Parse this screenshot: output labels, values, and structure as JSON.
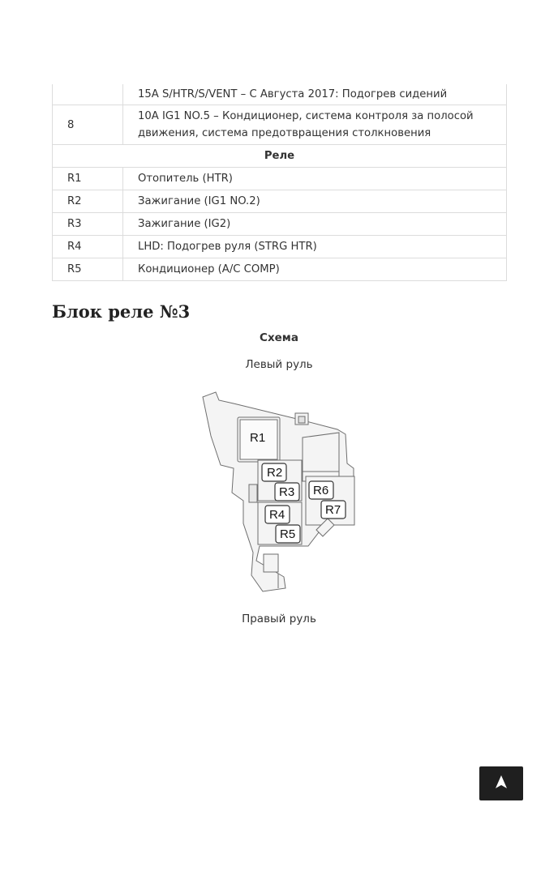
{
  "table": {
    "rows": [
      {
        "num": "",
        "desc": "15A S/HTR/S/VENT – С Августа 2017: Подогрев сидений"
      },
      {
        "num": "8",
        "desc": "10A IG1 NO.5 – Кондиционер, система контроля за полосой движения, система предотвращения столкновения"
      }
    ],
    "section": "Реле",
    "relays": [
      {
        "id": "R1",
        "desc": "Отопитель (HTR)"
      },
      {
        "id": "R2",
        "desc": "Зажигание (IG1 NO.2)"
      },
      {
        "id": "R3",
        "desc": "Зажигание (IG2)"
      },
      {
        "id": "R4",
        "desc": "LHD: Подогрев руля (STRG HTR)"
      },
      {
        "id": "R5",
        "desc": "Кондиционер (A/C COMP)"
      }
    ]
  },
  "block": {
    "title": "Блок реле №3",
    "schema_label": "Схема",
    "left_label": "Левый руль",
    "right_label": "Правый руль"
  },
  "diagram_labels": {
    "r1": "R1",
    "r2": "R2",
    "r3": "R3",
    "r4": "R4",
    "r5": "R5",
    "r6": "R6",
    "r7": "R7"
  },
  "scroll_top": {
    "icon": "arrow-up-icon"
  }
}
